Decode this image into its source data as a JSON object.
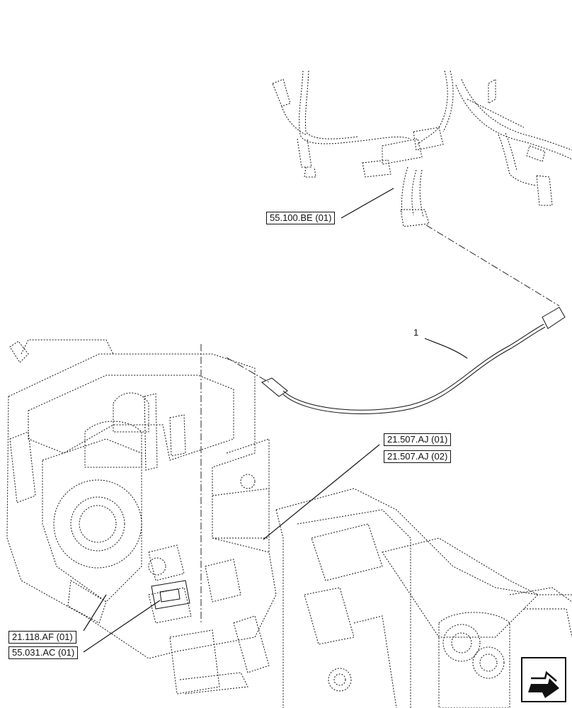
{
  "diagram": {
    "part_number": "1",
    "references": {
      "r1": "55.100.BE (01)",
      "r2": "21.507.AJ (01)",
      "r3": "21.507.AJ (02)",
      "r4": "21.118.AF (01)",
      "r5": "55.031.AC (01)"
    },
    "nav_icon": "next-page-arrow-icon",
    "colors": {
      "line": "#111111",
      "background": "#ffffff"
    }
  }
}
